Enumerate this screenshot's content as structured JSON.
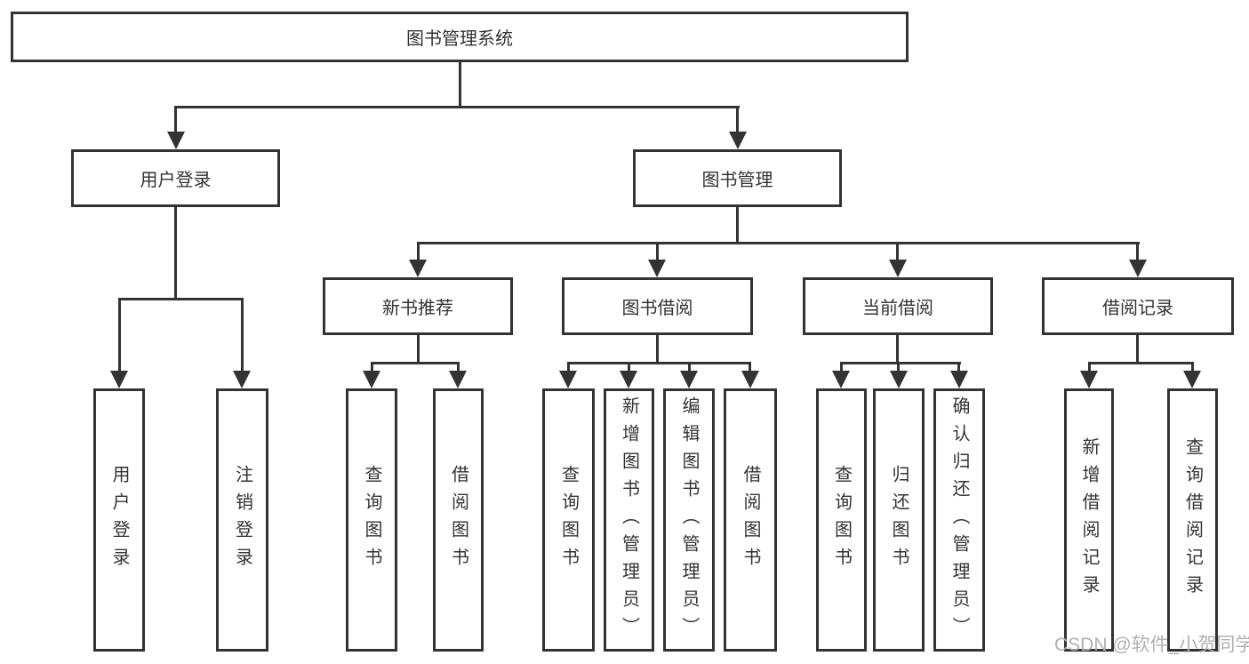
{
  "colors": {
    "line": "#333333",
    "box_border": "#333333",
    "text": "#333333",
    "background": "#ffffff",
    "watermark": "#b0b0b0"
  },
  "watermark": {
    "text": "CSDN @软件_小贺同学"
  },
  "diagram": {
    "type": "hierarchy-tree",
    "root": {
      "label": "图书管理系统"
    },
    "level2": [
      {
        "label": "用户登录",
        "parent": "图书管理系统"
      },
      {
        "label": "图书管理",
        "parent": "图书管理系统"
      }
    ],
    "level3": [
      {
        "label": "新书推荐",
        "parent": "图书管理"
      },
      {
        "label": "图书借阅",
        "parent": "图书管理"
      },
      {
        "label": "当前借阅",
        "parent": "图书管理"
      },
      {
        "label": "借阅记录",
        "parent": "图书管理"
      }
    ],
    "level4": [
      {
        "label": "用户登录",
        "parent": "用户登录"
      },
      {
        "label": "注销登录",
        "parent": "用户登录"
      },
      {
        "label": "查询图书",
        "parent": "新书推荐"
      },
      {
        "label": "借阅图书",
        "parent": "新书推荐"
      },
      {
        "label": "查询图书",
        "parent": "图书借阅"
      },
      {
        "label": "新增图书（管理员）",
        "parent": "图书借阅"
      },
      {
        "label": "编辑图书（管理员）",
        "parent": "图书借阅"
      },
      {
        "label": "借阅图书",
        "parent": "图书借阅"
      },
      {
        "label": "查询图书",
        "parent": "当前借阅"
      },
      {
        "label": "归还图书",
        "parent": "当前借阅"
      },
      {
        "label": "确认归还（管理员）",
        "parent": "当前借阅"
      },
      {
        "label": "新增借阅记录",
        "parent": "借阅记录"
      },
      {
        "label": "查询借阅记录",
        "parent": "借阅记录"
      }
    ]
  }
}
